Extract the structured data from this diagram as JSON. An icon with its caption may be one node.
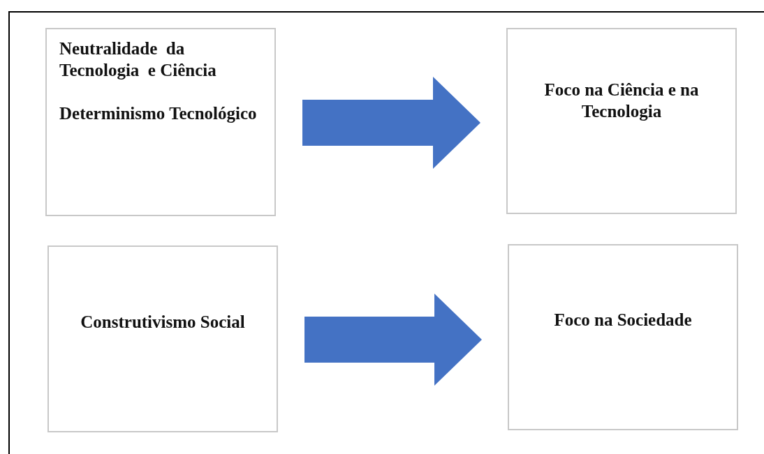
{
  "diagram": {
    "nodes": [
      {
        "text": [
          "Neutralidade  da Tecnologia  e Ciência",
          "Determinismo Tecnológico"
        ]
      },
      {
        "text": [
          "Foco na Ciência e na Tecnologia"
        ]
      },
      {
        "text": [
          "Construtivismo Social"
        ]
      },
      {
        "text": [
          "Foco na Sociedade"
        ]
      }
    ],
    "edges": [
      {
        "from": 0,
        "to": 1,
        "arrow": "to",
        "color": "#4472c4"
      },
      {
        "from": 2,
        "to": 3,
        "arrow": "to",
        "color": "#4472c4"
      }
    ]
  }
}
